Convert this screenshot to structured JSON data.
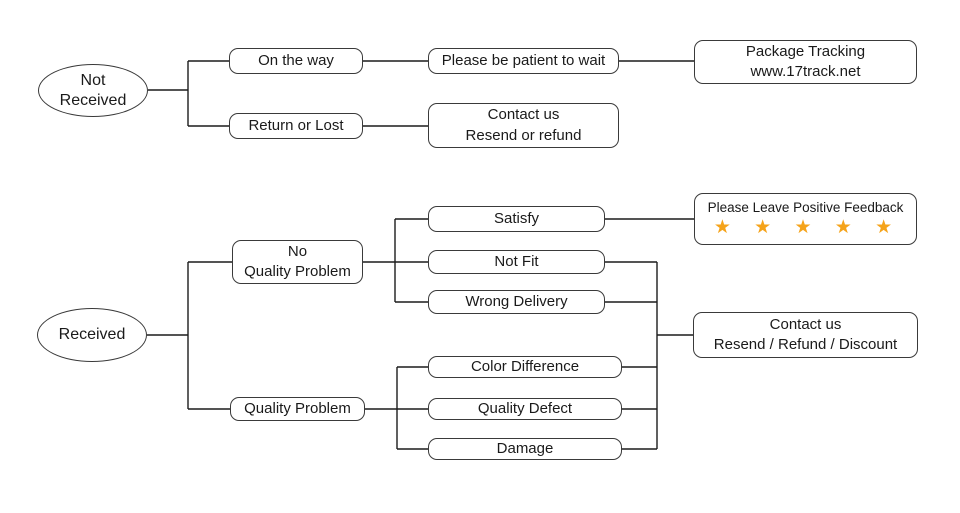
{
  "colors": {
    "background": "#FFFFFF",
    "line": "#1C1C1C",
    "box_border": "#3A3A3A",
    "text": "#1A1A1A",
    "star": "#F5A31A"
  },
  "flow_not_received": {
    "root": "Not Received",
    "on_the_way": "On the way",
    "please_wait": "Please be patient to wait",
    "package_tracking": {
      "line1": "Package Tracking",
      "line2": "www.17track.net"
    },
    "return_or_lost": "Return or Lost",
    "contact_resend_refund": {
      "line1": "Contact us",
      "line2": "Resend or refund"
    }
  },
  "flow_received": {
    "root": "Received",
    "no_quality_problem": {
      "line1": "No",
      "line2": "Quality Problem"
    },
    "satisfy": "Satisfy",
    "not_fit": "Not Fit",
    "wrong_delivery": "Wrong Delivery",
    "positive_feedback": {
      "line1": "Please Leave Positive Feedback",
      "stars": "★ ★ ★ ★ ★",
      "star_count": 5
    },
    "quality_problem": "Quality Problem",
    "color_difference": "Color Difference",
    "quality_defect": "Quality Defect",
    "damage": "Damage",
    "contact_resend_refund_discount": {
      "line1": "Contact us",
      "line2": "Resend / Refund / Discount"
    }
  }
}
